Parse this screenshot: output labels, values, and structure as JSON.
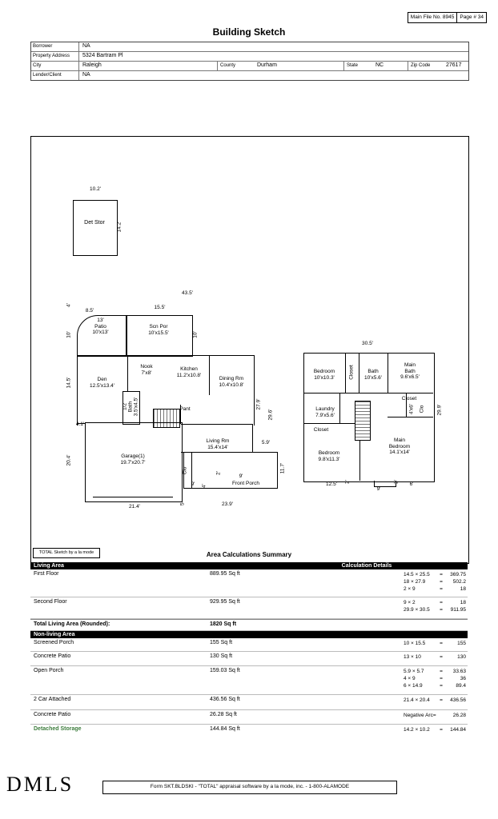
{
  "meta": {
    "main_file": "Main File No. 8945",
    "page_num": "Page # 34",
    "title": "Building Sketch"
  },
  "header": {
    "borrower_label": "Borrower",
    "borrower": "NA",
    "address_label": "Property Address",
    "address": "5324 Bartram Pl",
    "city_label": "City",
    "city": "Raleigh",
    "county_label": "County",
    "county": "Durham",
    "state_label": "State",
    "state": "NC",
    "zip_label": "Zip Code",
    "zip": "27617",
    "lender_label": "Lender/Client",
    "lender": "NA"
  },
  "sketch": {
    "detached": {
      "width_dim": "10.2'",
      "label": "Det Stor",
      "height_dim": "14.2'"
    },
    "first_floor": {
      "dim_top": "43.5'",
      "dim_arc_v": "4'",
      "dim_arc_h": "8.5'",
      "dim_scnpor_top": "15.5'",
      "patio": "13'\nPatio\n10'x13'",
      "scn_por": "Scn Por\n10'x15.5'",
      "dim_patio_left": "10'",
      "dim_scnpor_right": "10'",
      "dim_den_left": "14.5'",
      "den": "Den\n12.5'x13.4'",
      "nook": "Nook\n7'x8'",
      "kitchen": "Kitchen\n11.2'x10.8'",
      "dining": "Dining Rm\n10.4'x10.8'",
      "half_bath": "1/2\nBath\n3.5'x4.5'",
      "pantry": "Pant",
      "dim_right_1": "27.9'",
      "dim_right_2": "29.6'",
      "dim_step_left": "4.1'",
      "dim_garage_left": "20.4'",
      "garage": "Garage(1)\n19.7'x20.7'",
      "living": "Living Rm\n15.4'x14'",
      "dim_living_step": "5.9'",
      "closet": "Clo",
      "dim_porch_1": "9'",
      "dim_porch_2": "4'",
      "dim_porch_3": "2'",
      "dim_porch_4": "9'",
      "front_porch": "Front Porch",
      "dim_porch_right": "11.7'",
      "dim_garage_bottom": "21.4'",
      "dim_bottom": "23.9'",
      "dim_bottom_small": "5'"
    },
    "second_floor": {
      "dim_top": "30.5'",
      "bedroom1": "Bedroom\n10'x10.3'",
      "closet1": "Closet",
      "bath": "Bath\n10'x5.6'",
      "main_bath": "Main\nBath\n9.6'x6.5'",
      "laundry": "Laundry\n7.9'x5.6'",
      "closet2": "Closet",
      "closet2_dim": "4'x6'",
      "closet3": "Clo",
      "closet4": "Closet",
      "bedroom2": "Bedroom\n9.8'x11.3'",
      "main_bedroom": "Main\nBedroom\n14.1'x14'",
      "dim_right": "29.9'",
      "dim_b1": "12.5'",
      "dim_b2": "2'",
      "dim_b3": "9'",
      "dim_b4": "2'",
      "dim_b5": "6'"
    },
    "credit": "TOTAL Sketch by a la mode",
    "summary_title": "Area Calculations Summary"
  },
  "table": {
    "living_header": "Living Area",
    "calc_header": "Calculation Details",
    "living_rows": [
      {
        "name": "First Floor",
        "area": "889.95 Sq ft",
        "calcs": [
          {
            "expr": "14.5 × 25.5",
            "eq": "=",
            "val": "369.75"
          },
          {
            "expr": "18 × 27.9",
            "eq": "=",
            "val": "502.2"
          },
          {
            "expr": "2 × 9",
            "eq": "=",
            "val": "18"
          }
        ]
      },
      {
        "name": "Second Floor",
        "area": "929.95 Sq ft",
        "calcs": [
          {
            "expr": "9 × 2",
            "eq": "=",
            "val": "18"
          },
          {
            "expr": "29.9 × 30.5",
            "eq": "=",
            "val": "911.95"
          }
        ]
      }
    ],
    "total_row": {
      "name": "Total Living Area (Rounded):",
      "area": "1820 Sq ft"
    },
    "nonliving_header": "Non-living Area",
    "nonliving_rows": [
      {
        "name": "Screened Porch",
        "area": "155 Sq ft",
        "calcs": [
          {
            "expr": "10 × 15.5",
            "eq": "=",
            "val": "155"
          }
        ]
      },
      {
        "name": "Concrete Patio",
        "area": "130 Sq ft",
        "calcs": [
          {
            "expr": "13 × 10",
            "eq": "=",
            "val": "130"
          }
        ]
      },
      {
        "name": "Open Porch",
        "area": "159.03 Sq ft",
        "calcs": [
          {
            "expr": "5.9 × 5.7",
            "eq": "=",
            "val": "33.63"
          },
          {
            "expr": "4 × 9",
            "eq": "=",
            "val": "36"
          },
          {
            "expr": "6 × 14.9",
            "eq": "=",
            "val": "89.4"
          }
        ]
      },
      {
        "name": "2 Car Attached",
        "area": "436.56 Sq ft",
        "calcs": [
          {
            "expr": "21.4 × 20.4",
            "eq": "=",
            "val": "436.56"
          }
        ]
      },
      {
        "name": "Concrete Patio",
        "area": "26.28 Sq ft",
        "calcs": [
          {
            "expr": "Negative Arc=",
            "eq": "",
            "val": "26.28"
          }
        ]
      },
      {
        "name": "Detached Storage",
        "area": "144.84 Sq ft",
        "calcs": [
          {
            "expr": "14.2 × 10.2",
            "eq": "=",
            "val": "144.84"
          }
        ]
      }
    ],
    "highlight_color": "#3d7d3d"
  },
  "footer": {
    "logo": "DMLS",
    "form_text": "Form SKT.BLDSKI - \"TOTAL\" appraisal software by a la mode, inc. - 1-800-ALAMODE"
  }
}
